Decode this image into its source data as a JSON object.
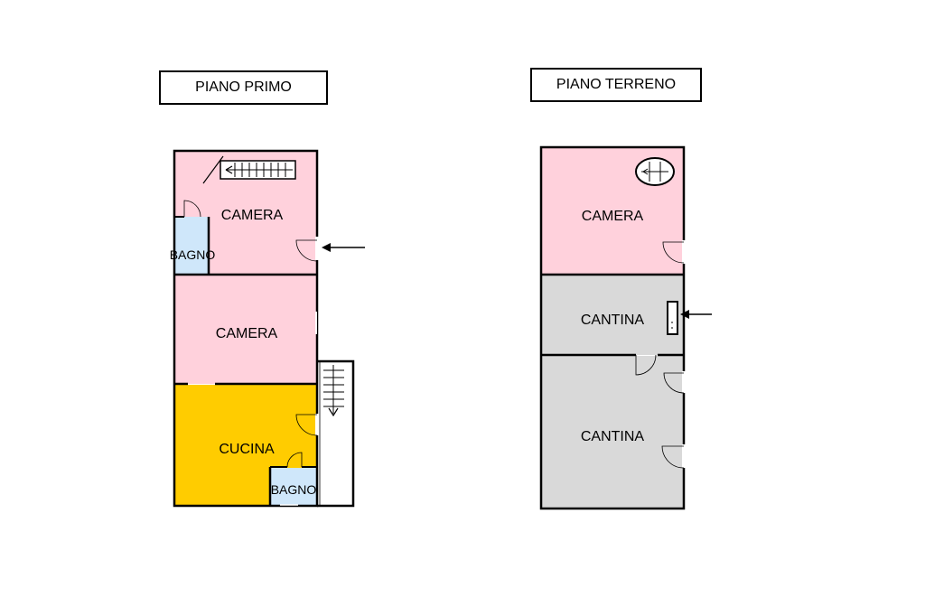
{
  "floors": {
    "first": {
      "title": "PIANO PRIMO",
      "rooms": {
        "camera_top": "CAMERA",
        "bagno_left": "BAGNO",
        "camera_mid": "CAMERA",
        "cucina": "CUCINA",
        "bagno_small": "BAGNO"
      }
    },
    "ground": {
      "title": "PIANO TERRENO",
      "rooms": {
        "camera": "CAMERA",
        "cantina_top": "CANTINA",
        "cantina_bottom": "CANTINA"
      }
    }
  },
  "colors": {
    "camera": "#ffd1dc",
    "bagno": "#cfe7fa",
    "cucina": "#ffcc00",
    "cantina": "#d9d9d9",
    "wall": "#000000"
  }
}
